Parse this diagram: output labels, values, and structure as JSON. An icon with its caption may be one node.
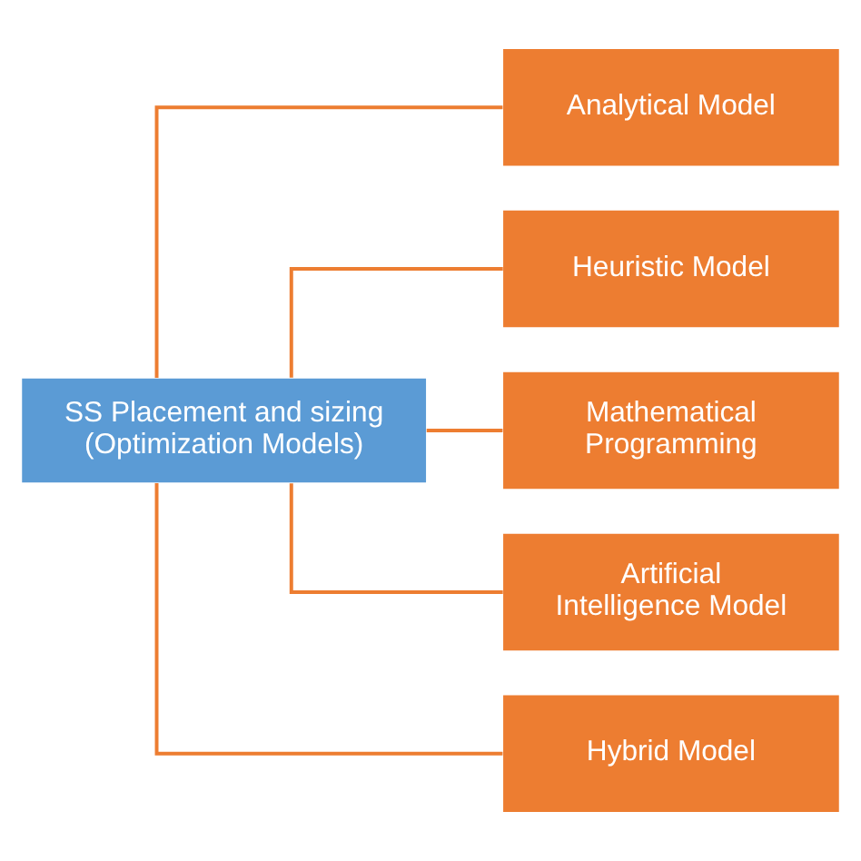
{
  "diagram": {
    "nodes": [
      {
        "text": [
          "SS Placement and sizing (Optimization Models)"
        ]
      },
      {
        "text": [
          "Analytical Model"
        ]
      },
      {
        "text": [
          "Heuristic Model"
        ]
      },
      {
        "text": [
          "Mathematical Programming"
        ]
      },
      {
        "text": [
          "Artificial Intelligence Model"
        ]
      },
      {
        "text": [
          "Hybrid Model"
        ]
      }
    ],
    "edges": [
      {
        "from": 0,
        "to": 1,
        "arrow": "none"
      },
      {
        "from": 0,
        "to": 2,
        "arrow": "none"
      },
      {
        "from": 0,
        "to": 3,
        "arrow": "none"
      },
      {
        "from": 0,
        "to": 4,
        "arrow": "none"
      },
      {
        "from": 0,
        "to": 5,
        "arrow": "none"
      }
    ]
  }
}
